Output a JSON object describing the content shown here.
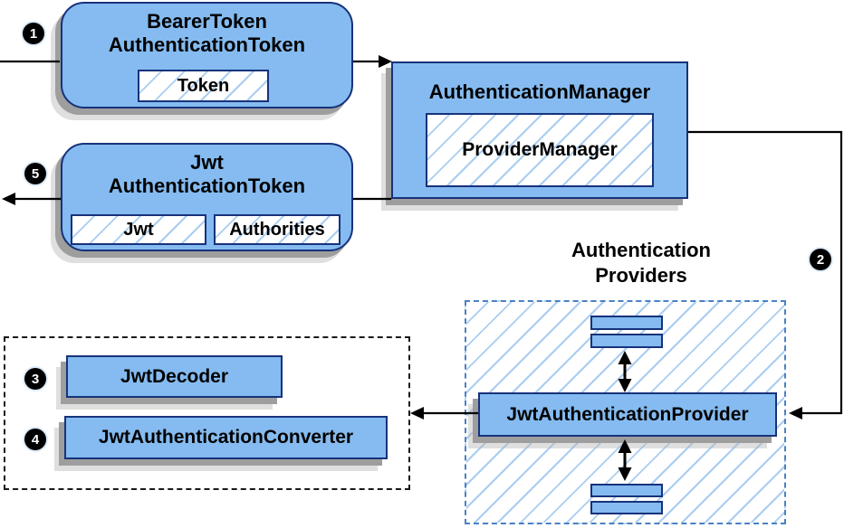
{
  "badges": {
    "step1": "1",
    "step2": "2",
    "step3": "3",
    "step4": "4",
    "step5": "5"
  },
  "bearer_token_box": {
    "title_line1": "BearerToken",
    "title_line2": "AuthenticationToken",
    "field": "Token"
  },
  "authentication_manager_box": {
    "title": "AuthenticationManager",
    "inner": "ProviderManager"
  },
  "jwt_authentication_token_box": {
    "title_line1": "Jwt",
    "title_line2": "AuthenticationToken",
    "field_jwt": "Jwt",
    "field_authorities": "Authorities"
  },
  "authentication_providers": {
    "title_line1": "Authentication",
    "title_line2": "Providers",
    "provider_label": "JwtAuthenticationProvider"
  },
  "jwt_support_group": {
    "decoder_label": "JwtDecoder",
    "converter_label": "JwtAuthenticationConverter"
  },
  "colors": {
    "box_fill": "#85bbf0",
    "box_border": "#17327b",
    "hatch_line": "#a9cdf1",
    "providers_dash_border": "#4a81c4",
    "black_dash_border": "#1a1a1a",
    "shadow_dark": "#9e9e9e",
    "shadow_light": "#c9c9c9",
    "connector": "#000000",
    "badge_bg": "#000000",
    "badge_text": "#ffffff"
  }
}
